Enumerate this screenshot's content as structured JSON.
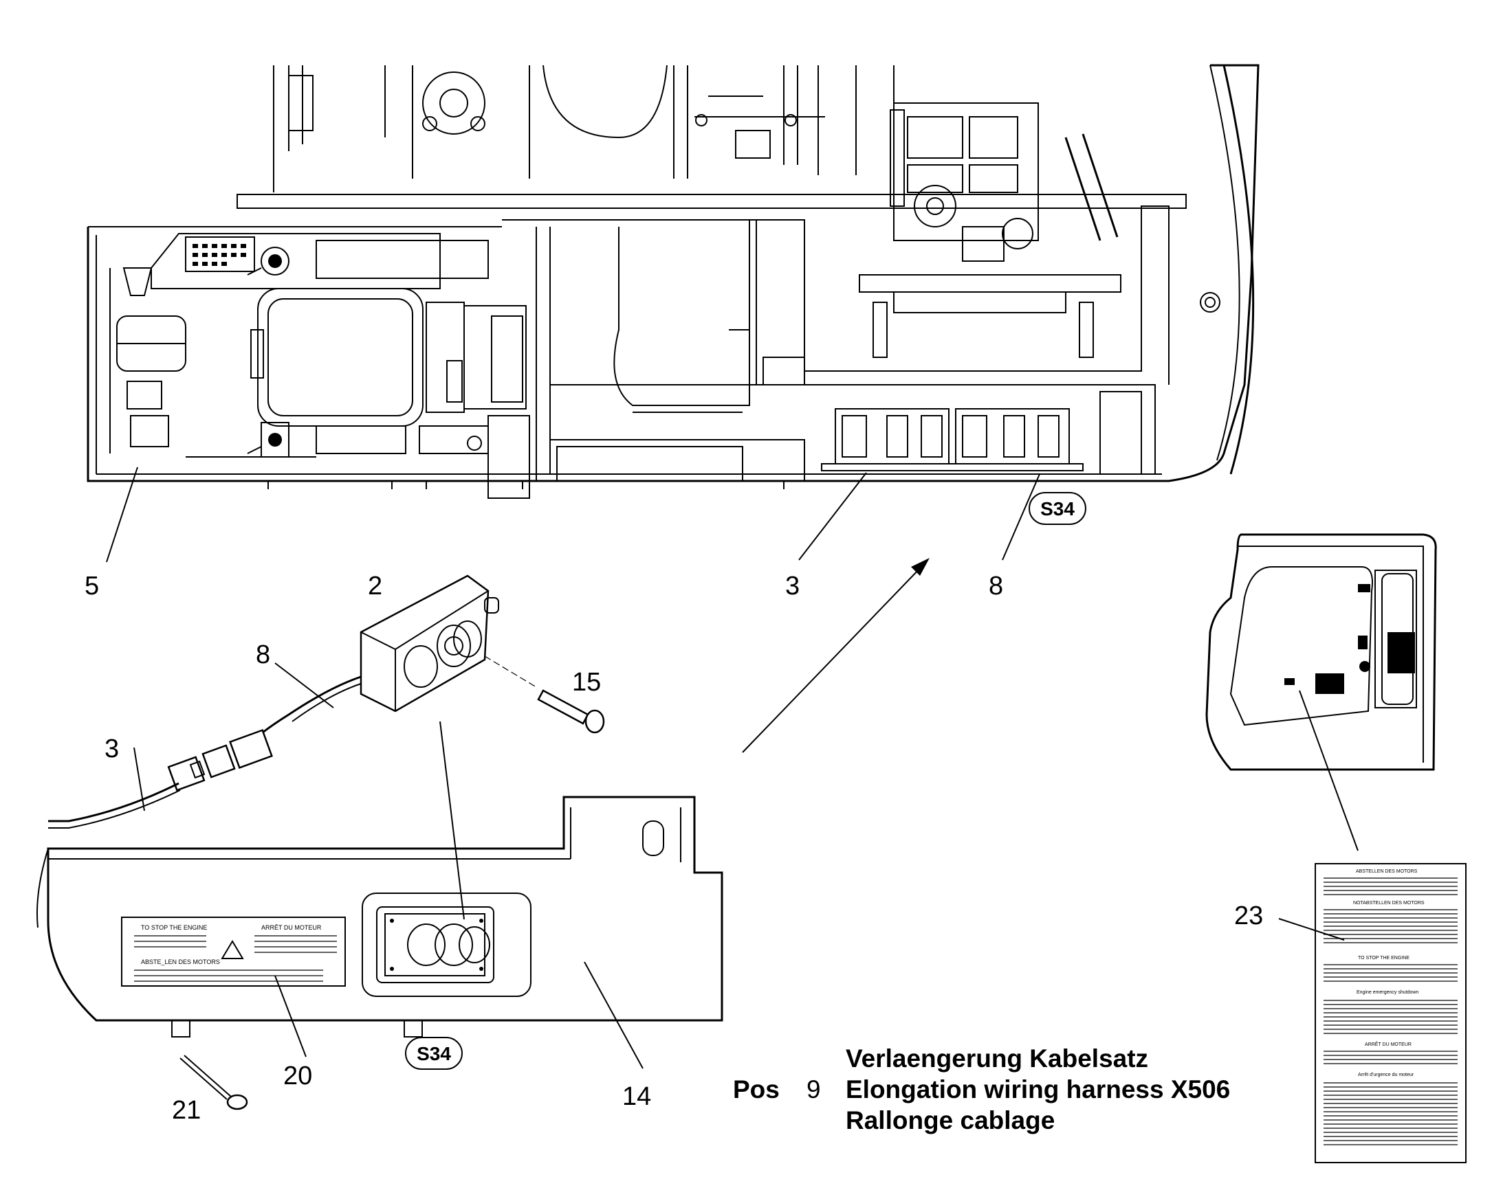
{
  "callouts": {
    "c5": "5",
    "c2": "2",
    "c8_harness": "8",
    "c15": "15",
    "c3_cable": "3",
    "c3_top": "3",
    "c8_top": "8",
    "c23": "23",
    "c20": "20",
    "c21": "21",
    "c14": "14"
  },
  "badges": {
    "top": "S34",
    "bottom": "S34"
  },
  "caption": {
    "pos_label": "Pos",
    "pos_number": "9",
    "line_de": "Verlaengerung Kabelsatz",
    "line_en": "Elongation wiring harness X506",
    "line_fr": "Rallonge cablage"
  },
  "plate": {
    "title_en": "TO STOP THE ENGINE",
    "title_fr": "ARRÊT DU MOTEUR",
    "title_de": "ABSTE_LEN DES MOTORS"
  },
  "sticker": {
    "h1": "ABSTELLEN DES MOTORS",
    "h2": "NOTABSTELLEN DES MOTORS",
    "h3": "TO STOP THE ENGINE",
    "h4": "Engine emergency shutdown",
    "h5": "ARRÊT DU MOTEUR",
    "h6": "Arrêt d'urgence du moteur"
  }
}
